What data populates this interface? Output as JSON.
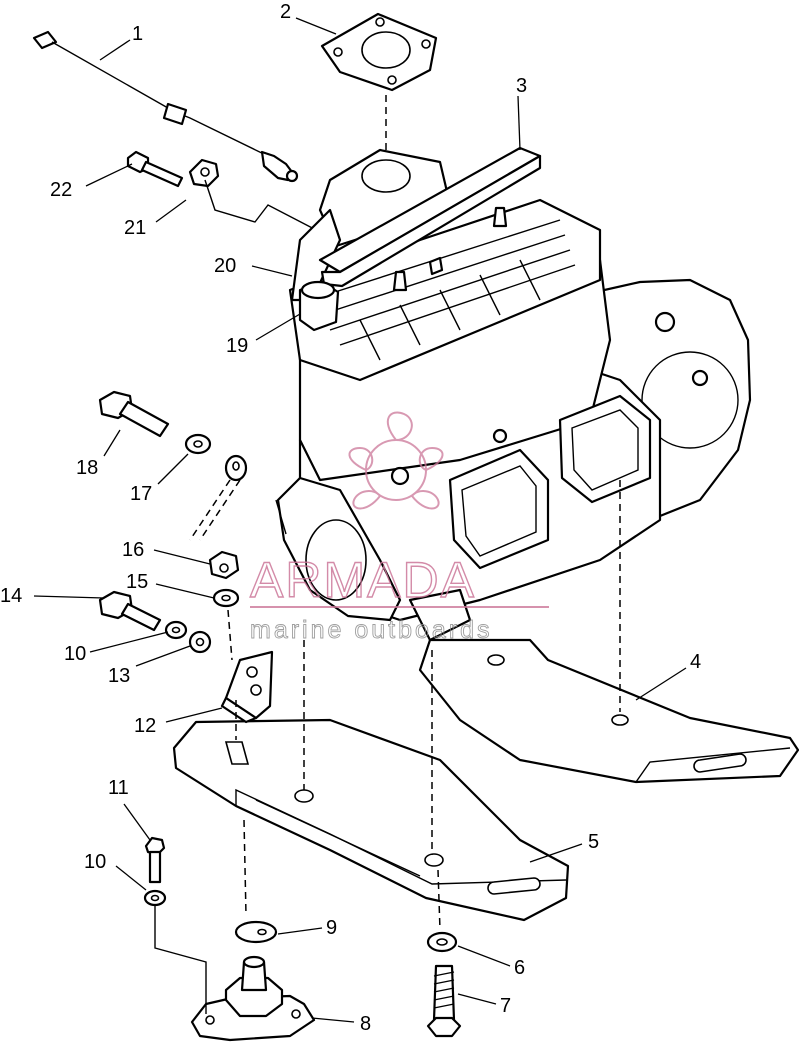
{
  "watermark": {
    "brand": "ARMADA",
    "tagline": "marine outboards",
    "color": "#cc7799"
  },
  "callouts": [
    "1",
    "2",
    "3",
    "4",
    "5",
    "6",
    "7",
    "8",
    "9",
    "10",
    "10",
    "11",
    "12",
    "13",
    "14",
    "15",
    "16",
    "17",
    "18",
    "19",
    "20",
    "21",
    "22"
  ]
}
